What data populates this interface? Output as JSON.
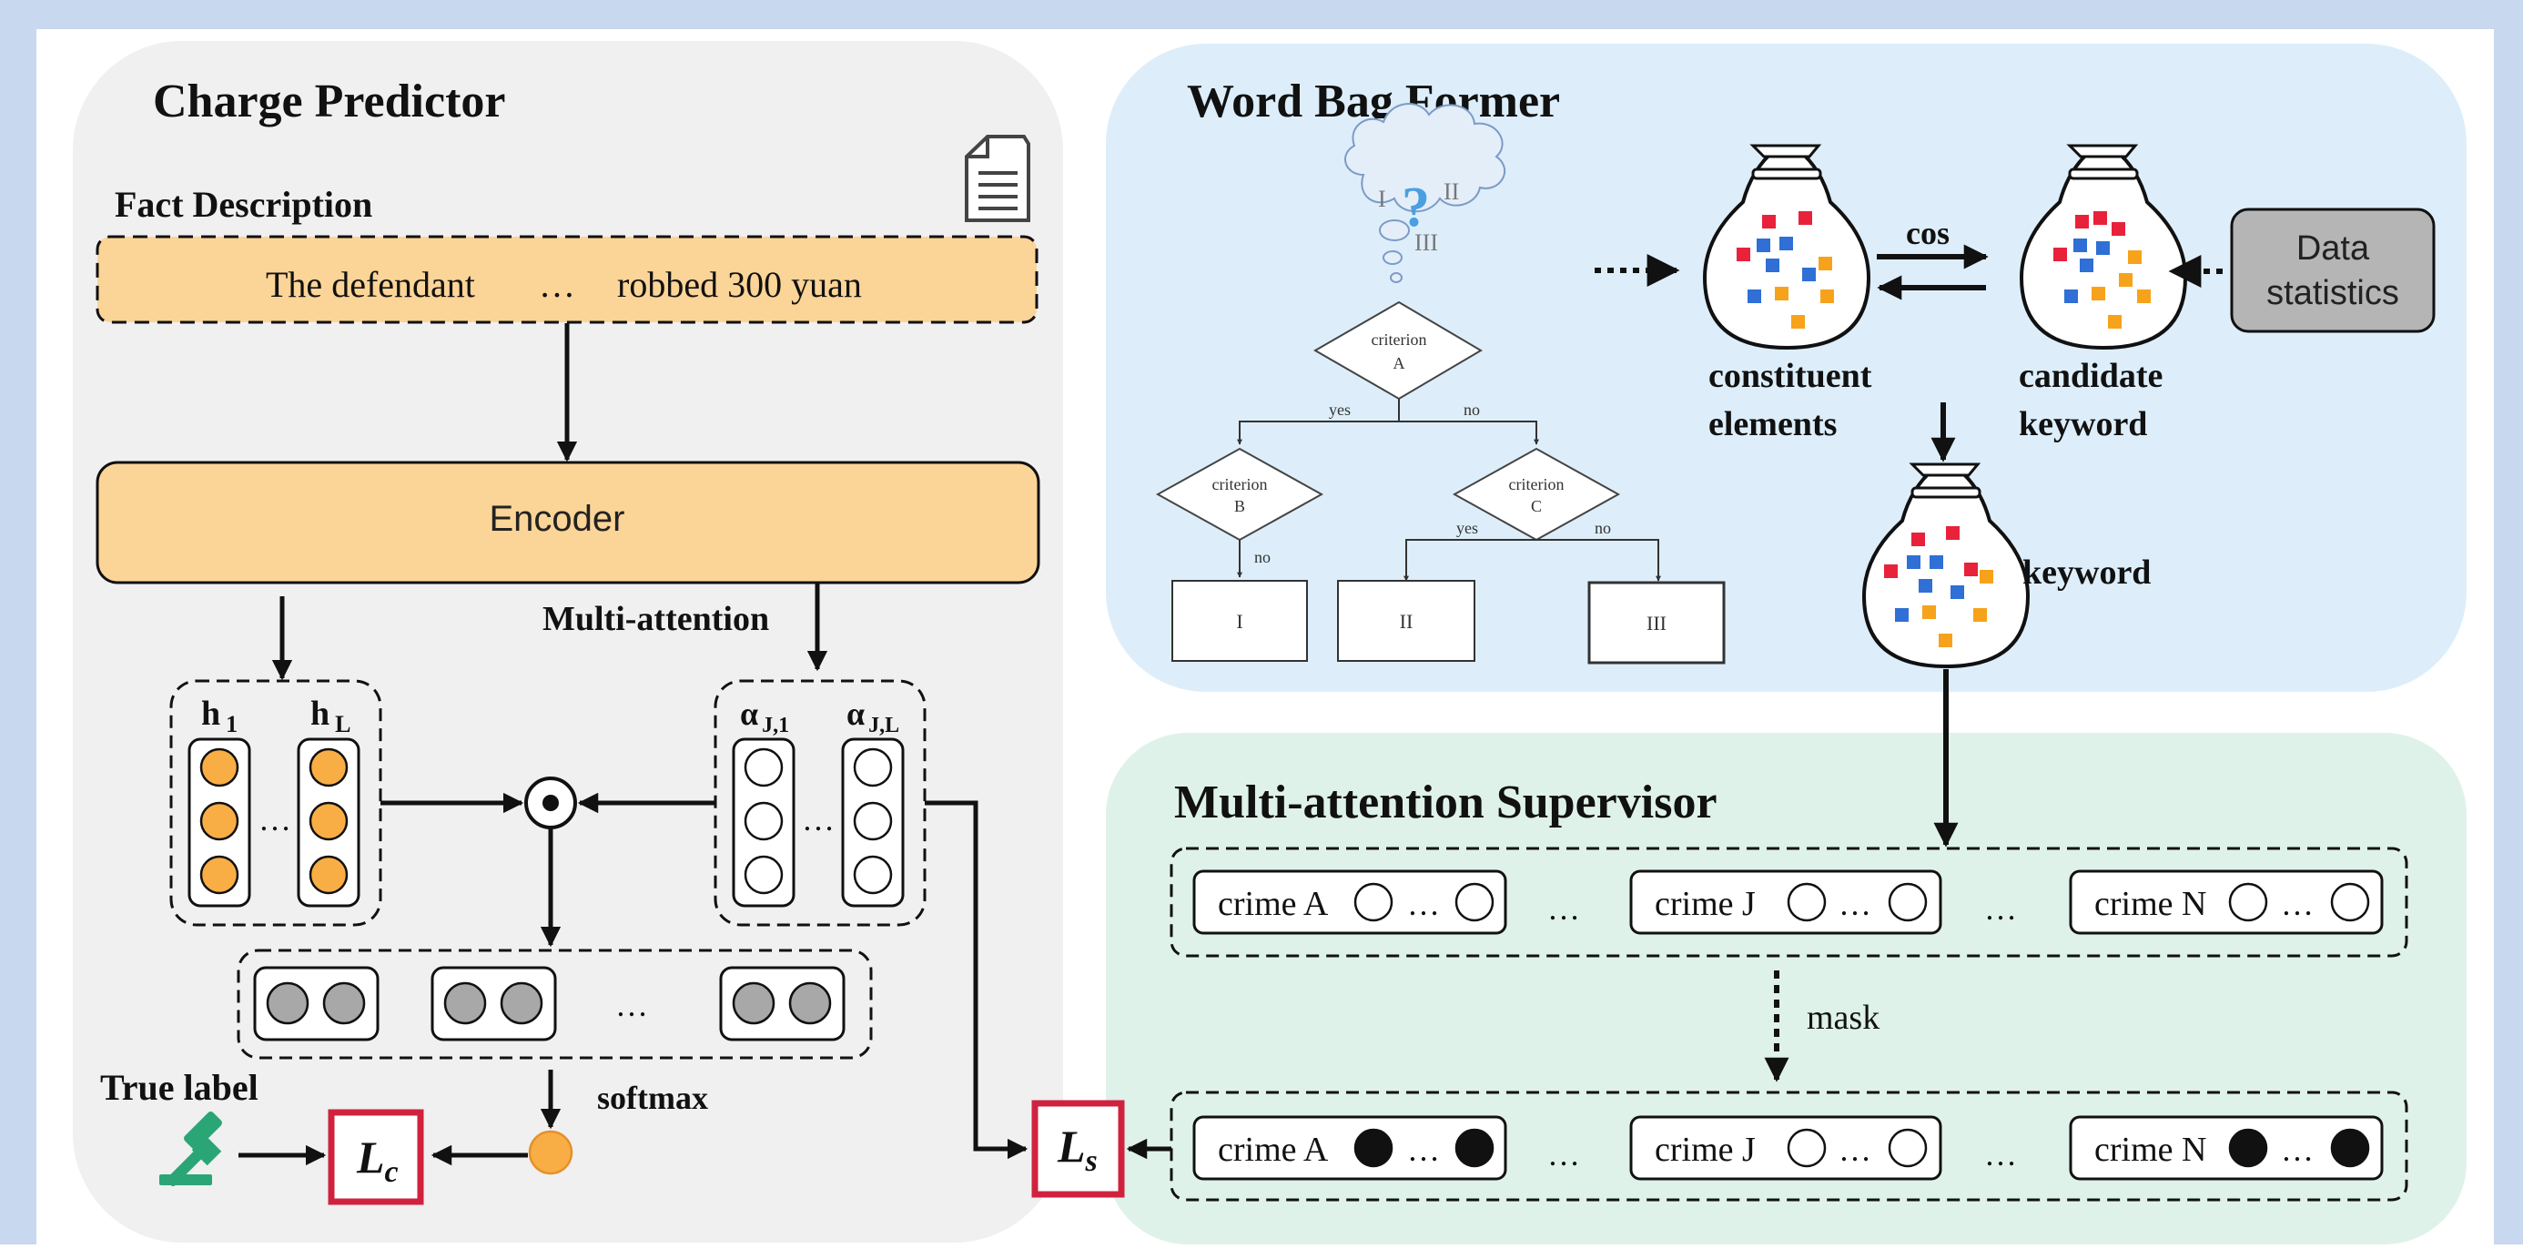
{
  "charge_predictor": {
    "title": "Charge Predictor",
    "fact_label": "Fact Description",
    "fact_left": "The defendant",
    "fact_dots": "…",
    "fact_right": "robbed 300 yuan",
    "encoder": "Encoder",
    "multi_attention": "Multi-attention",
    "h": "h",
    "h_sub_1": "1",
    "h_sub_L": "L",
    "alpha": "α",
    "alpha_sub_1": "J,1",
    "alpha_sub_L": "J,L",
    "dots": "…",
    "softmax": "softmax",
    "true_label": "True label",
    "loss_c": "L",
    "loss_c_sub": "c",
    "loss_s": "L",
    "loss_s_sub": "s"
  },
  "word_bag_former": {
    "title": "Word Bag Former",
    "roman_1": "I",
    "roman_2": "II",
    "roman_3": "III",
    "question": "?",
    "criterion_a": "criterion",
    "criterion_a_letter": "A",
    "criterion_b": "criterion",
    "criterion_b_letter": "B",
    "criterion_c": "criterion",
    "criterion_c_letter": "C",
    "yes_1": "yes",
    "no_1": "no",
    "yes_2": "yes",
    "no_2": "no",
    "no_b": "no",
    "leaf_1": "I",
    "leaf_2": "II",
    "leaf_3": "III",
    "cos": "cos",
    "constituent_1": "constituent",
    "constituent_2": "elements",
    "candidate_1": "candidate",
    "candidate_2": "keyword",
    "keyword": "keyword",
    "data_statistics_1": "Data",
    "data_statistics_2": "statistics"
  },
  "supervisor": {
    "title": "Multi-attention Supervisor",
    "crime_a": "crime A",
    "crime_j": "crime J",
    "crime_n": "crime N",
    "dots": "…",
    "mask": "mask"
  },
  "colors": {
    "outer_background": "#c8d8ee",
    "charge_panel": "#f0f0f0",
    "word_bag_panel": "#ddeefa",
    "supervisor_panel": "#dff2ea",
    "accent_orange": "#fbd497",
    "node_orange": "#f9ae45",
    "loss_border": "#d0223e",
    "gavel": "#2aa676",
    "bag_red": "#e8223b",
    "bag_blue": "#2f6fd6",
    "bag_orange": "#f7a21b"
  }
}
